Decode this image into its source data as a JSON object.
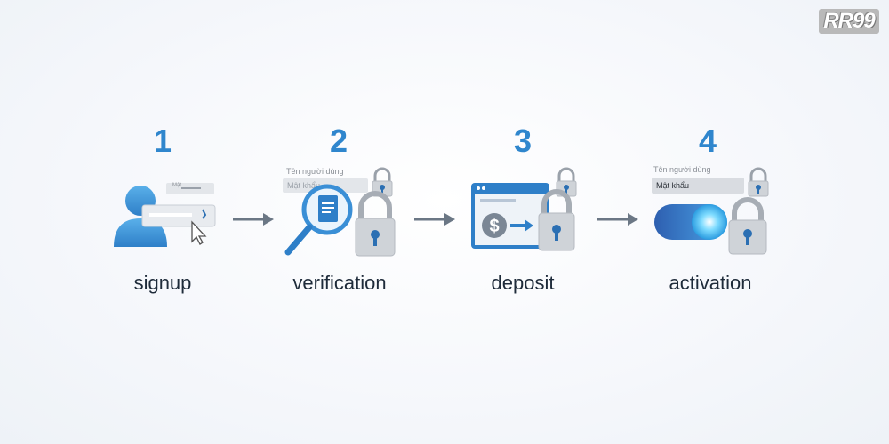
{
  "logo": {
    "text": "RR99"
  },
  "steps": [
    {
      "number": "1",
      "label": "signup",
      "icon": "user-signup-icon",
      "field": "Mật"
    },
    {
      "number": "2",
      "label": "verification",
      "icon": "magnifier-document-lock-icon",
      "username_placeholder": "Tên người dùng",
      "password_placeholder": "Mật khẩu"
    },
    {
      "number": "3",
      "label": "deposit",
      "icon": "browser-dollar-lock-icon"
    },
    {
      "number": "4",
      "label": "activation",
      "icon": "toggle-lock-icon",
      "username_placeholder": "Tên người dùng",
      "password_placeholder": "Mật khẩu"
    }
  ],
  "colors": {
    "accent": "#2f86cd",
    "label": "#1e2b3a",
    "arrow": "#6b7785",
    "lock_body": "#cfd3d8",
    "keyhole": "#2b6fb3"
  }
}
